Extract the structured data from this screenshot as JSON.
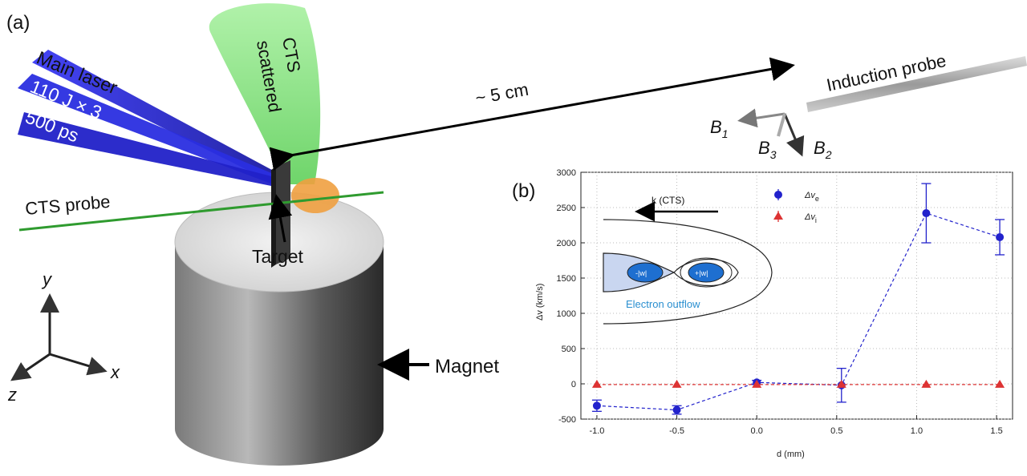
{
  "panel_a": {
    "label": "(a)",
    "laser_lines": [
      "Main laser",
      "110 J × 3",
      "500 ps"
    ],
    "cts_scattered_lines": [
      "CTS",
      "scattered"
    ],
    "cts_probe": "CTS probe",
    "target": "Target",
    "magnet": "Magnet",
    "distance": "~ 5 cm",
    "induction_probe": "Induction probe",
    "b_components": [
      {
        "sym": "B",
        "sub": "1"
      },
      {
        "sym": "B",
        "sub": "2"
      },
      {
        "sym": "B",
        "sub": "3"
      }
    ],
    "axes": [
      "y",
      "x",
      "z"
    ],
    "colors": {
      "laser": "#2a2ee0",
      "cts_cone": "#7fe07a",
      "probe_line": "#2f9b2f",
      "plasma": "#f0a040"
    }
  },
  "panel_b": {
    "label": "(b)",
    "inset": {
      "arrow_label": "k (CTS)",
      "caption": "Electron outflow",
      "cell_labels": [
        "-|w|",
        "+|w|"
      ]
    }
  },
  "chart_data": {
    "type": "scatter",
    "xlabel": "d (mm)",
    "ylabel": "Δv (km/s)",
    "xlim": [
      -1.1,
      1.6
    ],
    "ylim": [
      -500,
      3000
    ],
    "xticks": [
      "-1.0",
      "-0.5",
      "0.0",
      "0.5",
      "1.0",
      "1.5"
    ],
    "yticks": [
      "-500",
      "0",
      "500",
      "1000",
      "1500",
      "2000",
      "2500",
      "3000"
    ],
    "legend_position": "top-center",
    "series": [
      {
        "name": "Δv_e",
        "color": "#2222cc",
        "marker": "circle",
        "points": [
          {
            "x": -1.0,
            "y": -310,
            "err": 80
          },
          {
            "x": -0.5,
            "y": -370,
            "err": 60
          },
          {
            "x": 0.0,
            "y": 20,
            "err": 30
          },
          {
            "x": 0.53,
            "y": -20,
            "err": 240
          },
          {
            "x": 1.06,
            "y": 2420,
            "err": 420
          },
          {
            "x": 1.52,
            "y": 2080,
            "err": 250
          }
        ]
      },
      {
        "name": "Δv_i",
        "color": "#dd3333",
        "marker": "triangle",
        "points": [
          {
            "x": -1.0,
            "y": -10,
            "err": 0
          },
          {
            "x": -0.5,
            "y": -10,
            "err": 0
          },
          {
            "x": 0.0,
            "y": -10,
            "err": 0
          },
          {
            "x": 0.53,
            "y": -10,
            "err": 0
          },
          {
            "x": 1.06,
            "y": -10,
            "err": 0
          },
          {
            "x": 1.52,
            "y": -10,
            "err": 0
          }
        ]
      }
    ]
  }
}
